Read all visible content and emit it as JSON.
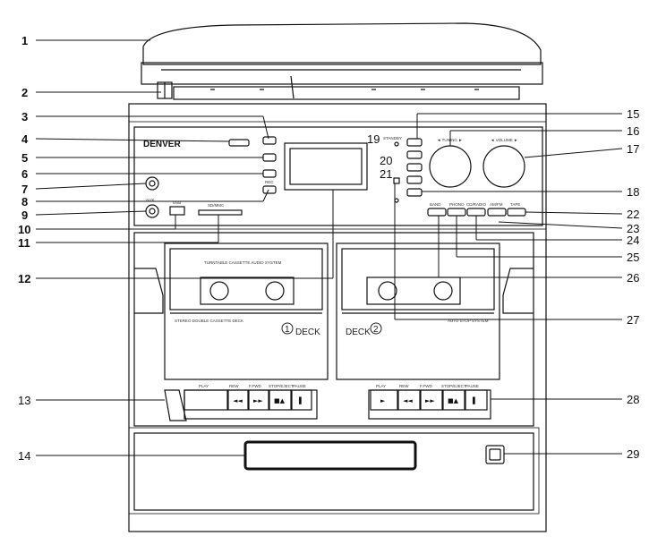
{
  "brand": "DENVER",
  "deck_labels": {
    "deck1": "DECK",
    "deck2": "DECK",
    "deck1_number": "1",
    "deck2_number": "2"
  },
  "panel_text": {
    "standby": "STANDBY",
    "tuning": "◄ TUNING ►",
    "volume": "◄ VOLUME ►",
    "usb": "USB",
    "sd_mmc": "SD/MMC",
    "aux": "AUX",
    "band": "BAND",
    "phono": "PHONO",
    "cd_radio": "CD/RADIO",
    "tape": "TAPE",
    "am_fm": "AM/FM",
    "rec": "REC",
    "tape_title": "TURNTABLE CASSETTE AUDIO SYSTEM",
    "deck_title": "STEREO DOUBLE CASSETTE DECK",
    "auto_stop": "AUTO STOP SYSTEM",
    "deck1_buttons": [
      "PLAY",
      "REW",
      "F.FWD",
      "STOP/EJECT",
      "PAUSE"
    ],
    "deck2_buttons": [
      "PLAY",
      "REW",
      "F.FWD",
      "STOP/EJECT",
      "PAUSE"
    ]
  },
  "callouts": [
    {
      "label": "1",
      "side": "left"
    },
    {
      "label": "2",
      "side": "left"
    },
    {
      "label": "3",
      "side": "left"
    },
    {
      "label": "4",
      "side": "left"
    },
    {
      "label": "5",
      "side": "left"
    },
    {
      "label": "6",
      "side": "left"
    },
    {
      "label": "7",
      "side": "left"
    },
    {
      "label": "8",
      "side": "left"
    },
    {
      "label": "9",
      "side": "left"
    },
    {
      "label": "10",
      "side": "left"
    },
    {
      "label": "11",
      "side": "left"
    },
    {
      "label": "12",
      "side": "left"
    },
    {
      "label": "13",
      "side": "left"
    },
    {
      "label": "14",
      "side": "left"
    },
    {
      "label": "15",
      "side": "right"
    },
    {
      "label": "16",
      "side": "right"
    },
    {
      "label": "17",
      "side": "right"
    },
    {
      "label": "18",
      "side": "right"
    },
    {
      "label": "19",
      "side": "inner"
    },
    {
      "label": "20",
      "side": "inner"
    },
    {
      "label": "21",
      "side": "inner"
    },
    {
      "label": "22",
      "side": "right"
    },
    {
      "label": "23",
      "side": "right"
    },
    {
      "label": "24",
      "side": "right"
    },
    {
      "label": "25",
      "side": "right"
    },
    {
      "label": "26",
      "side": "right"
    },
    {
      "label": "27",
      "side": "right"
    },
    {
      "label": "28",
      "side": "right"
    },
    {
      "label": "29",
      "side": "right"
    }
  ]
}
